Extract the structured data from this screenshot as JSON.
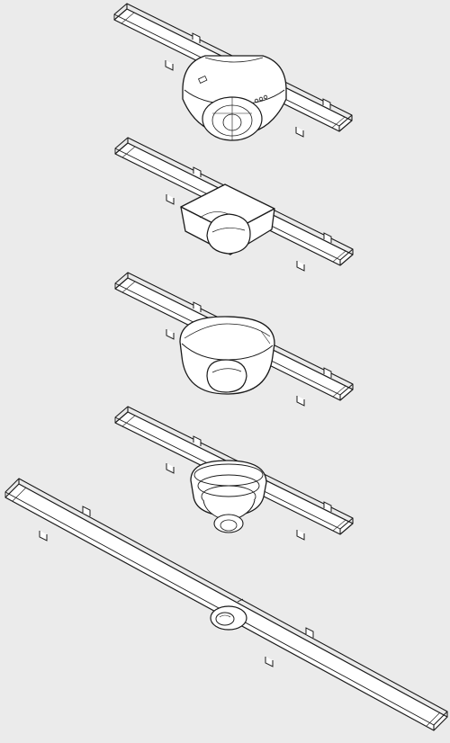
{
  "colors": {
    "background": "#ebebeb",
    "part_fill": "#ffffff",
    "line": "#1a1a1a"
  },
  "sensors": [
    {
      "name": "low-profile-round-sensor",
      "rail_type": "short-rail"
    },
    {
      "name": "square-housing-sensor",
      "rail_type": "short-rail"
    },
    {
      "name": "dome-sensor",
      "rail_type": "short-rail"
    },
    {
      "name": "stepped-cone-sensor",
      "rail_type": "short-rail"
    },
    {
      "name": "flush-lens-sensor",
      "rail_type": "long-rail"
    }
  ]
}
